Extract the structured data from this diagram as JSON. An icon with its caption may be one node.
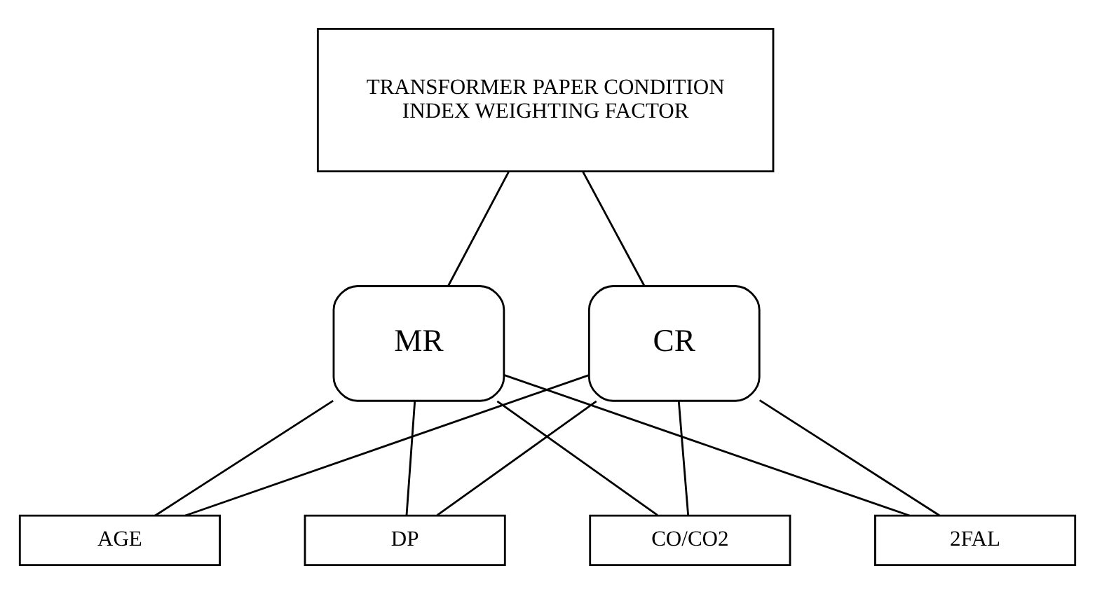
{
  "diagram": {
    "nodes": [
      {
        "text": [
          "TRANSFORMER PAPER CONDITION INDEX WEIGHTING FACTOR"
        ]
      },
      {
        "text": [
          "MR"
        ]
      },
      {
        "text": [
          "CR"
        ]
      },
      {
        "text": [
          "CO/CO2"
        ]
      },
      {
        "text": [
          "2FAL"
        ]
      },
      {
        "text": [
          "AGE"
        ]
      },
      {
        "text": [
          "DP"
        ]
      }
    ],
    "edges": [
      {
        "from": 0,
        "to": 1,
        "arrow": "none"
      },
      {
        "from": 0,
        "to": 2,
        "arrow": "none"
      },
      {
        "from": 1,
        "to": 3,
        "arrow": "none"
      },
      {
        "from": 1,
        "to": 4,
        "arrow": "none"
      },
      {
        "from": 1,
        "to": 5,
        "arrow": "none"
      },
      {
        "from": 1,
        "to": 6,
        "arrow": "none"
      },
      {
        "from": 2,
        "to": 3,
        "arrow": "none"
      },
      {
        "from": 2,
        "to": 4,
        "arrow": "none"
      },
      {
        "from": 2,
        "to": 5,
        "arrow": "none"
      },
      {
        "from": 2,
        "to": 6,
        "arrow": "none"
      }
    ]
  }
}
